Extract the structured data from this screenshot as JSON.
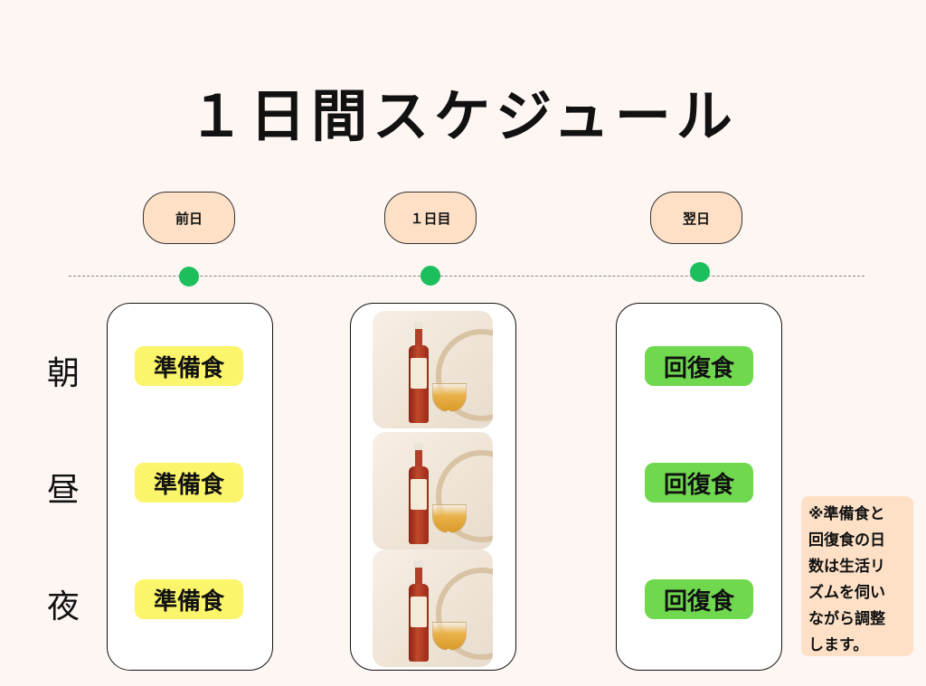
{
  "title": "１日間スケジュール",
  "days": [
    {
      "label": "前日"
    },
    {
      "label": "１日目"
    },
    {
      "label": "翌日"
    }
  ],
  "rows": [
    "朝",
    "昼",
    "夜"
  ],
  "prep_meals": [
    "準備食",
    "準備食",
    "準備食"
  ],
  "recovery_meals": [
    "回復食",
    "回復食",
    "回復食"
  ],
  "photos": [
    {
      "name": "vinegar-bottle-photo"
    },
    {
      "name": "vinegar-bottle-photo"
    },
    {
      "name": "vinegar-bottle-photo"
    }
  ],
  "note_lines": [
    "※準備食と",
    "回復食の日",
    "数は生活リ",
    "ズムを伺い",
    "ながら調整",
    "します。"
  ],
  "colors": {
    "background": "#fdf6f3",
    "pill": "#fde0c6",
    "dot": "#1cbf5c",
    "prep_tag": "#fbf56b",
    "recovery_tag": "#6fd84e"
  }
}
